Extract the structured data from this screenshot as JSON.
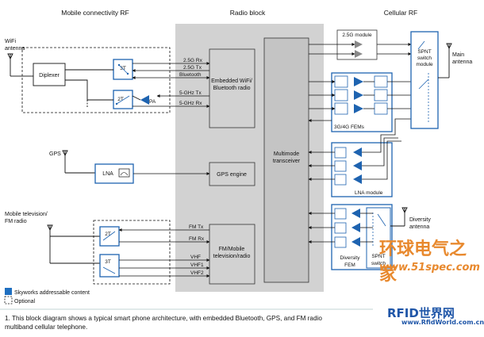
{
  "sections": {
    "mobile_rf": "Mobile connectivity RF",
    "radio_block": "Radio block",
    "cellular_rf": "Cellular RF"
  },
  "left": {
    "wifi_antenna_line1": "WiFi",
    "wifi_antenna_line2": "antenna",
    "diplexer": "Diplexer",
    "switch_3t": "3T",
    "switch_2t": "2T",
    "pa": "PA",
    "gps": "GPS",
    "lna": "LNA",
    "mobile_tv_line1": "Mobile television/",
    "mobile_tv_line2": "FM radio"
  },
  "signals": {
    "rx_2_5g": "2.5G Rx",
    "tx_2_5g": "2.5G Tx",
    "bluetooth": "Bluetooth",
    "tx_5g": "5-GHz Tx",
    "rx_5g": "5-GHz Rx",
    "fm_tx": "FM Tx",
    "fm_rx": "FM Rx",
    "vhf": "VHF",
    "vhf1": "VHF1",
    "vhf2": "VHF2"
  },
  "radio": {
    "wifi_bt_line1": "Embedded WiFi/",
    "wifi_bt_line2": "Bluetooth radio",
    "gps_engine": "GPS engine",
    "fm_line1": "FM/Mobile",
    "fm_line2": "television/radio",
    "multimode_line1": "Multimode",
    "multimode_line2": "transceiver"
  },
  "cellular": {
    "module_2_5g": "2.5G module",
    "fems": "3G/4G FEMs",
    "lna_module": "LNA module",
    "spnt_main_line1": "SPNT",
    "spnt_main_line2": "switch",
    "spnt_main_line3": "module",
    "main_antenna_line1": "Main",
    "main_antenna_line2": "antenna",
    "diversity_antenna_line1": "Diversity",
    "diversity_antenna_line2": "antenna",
    "diversity_fem_line1": "Diversity",
    "diversity_fem_line2": "FEM",
    "spnt_div_line1": "SPNT",
    "spnt_div_line2": "switch"
  },
  "legend": {
    "addressable": "Skyworks addressable content",
    "optional": "Optional"
  },
  "caption": {
    "line1": "1. This block diagram shows a typical smart phone architecture, with embedded Bluetooth, GPS, and FM radio",
    "line2": "multiband cellular telephone."
  },
  "watermark": {
    "w1": "环球电气之家",
    "w2": "www.51spec.com",
    "w3": "RFID世界网",
    "w4": "www.RfidWorld.com.cn"
  },
  "colors": {
    "skyworks_blue": "#1f6fc0",
    "component_blue": "#1e63b0",
    "radio_gray": "#d2d2d2",
    "box_gray": "#c4c4c4"
  }
}
